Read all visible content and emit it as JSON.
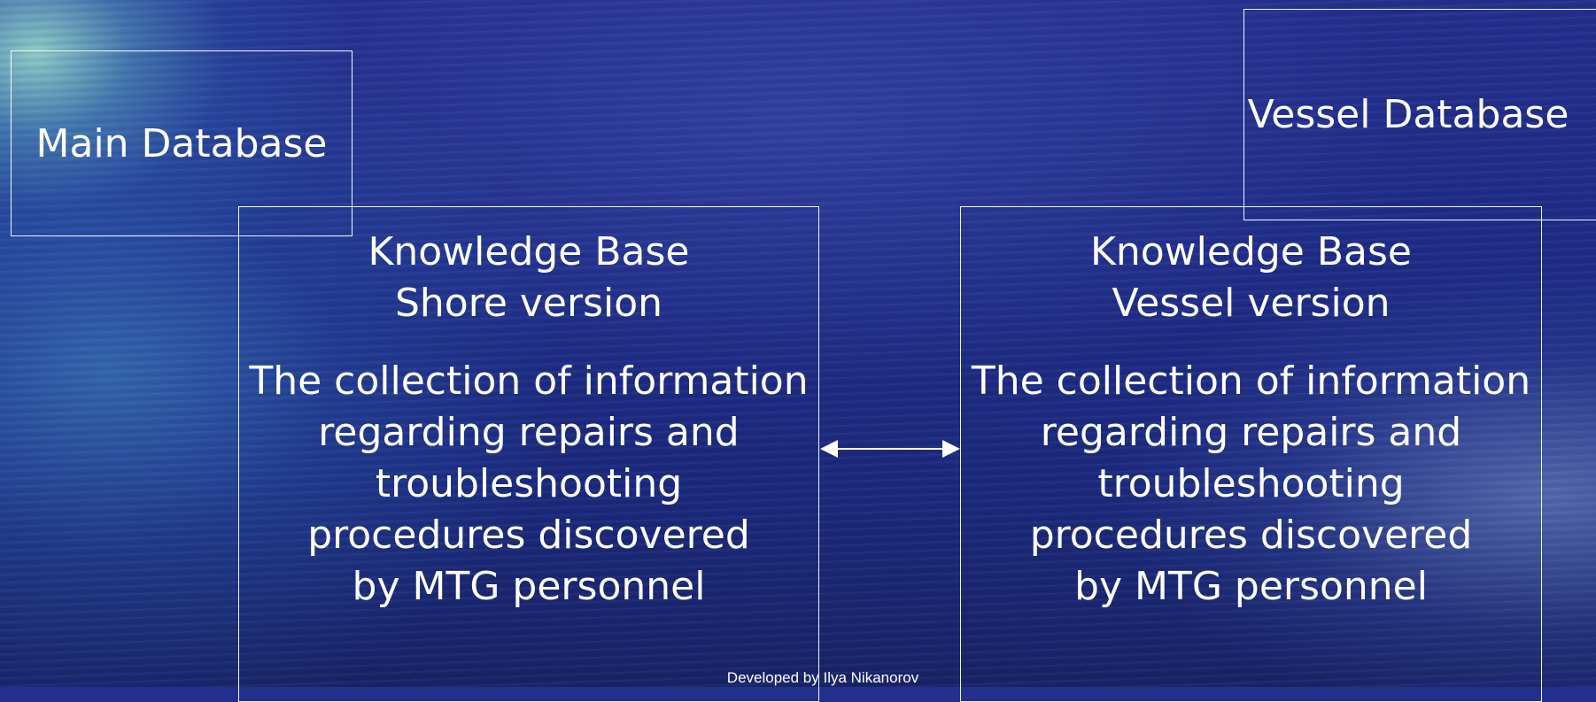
{
  "main_database": {
    "label": "Main Database"
  },
  "vessel_database": {
    "label": "Vessel Database"
  },
  "kb_shore": {
    "title_lines": [
      "Knowledge Base",
      "Shore version"
    ],
    "description_lines": [
      "The collection of information",
      "regarding repairs and",
      "troubleshooting",
      "procedures discovered",
      "by MTG personnel"
    ]
  },
  "kb_vessel": {
    "title_lines": [
      "Knowledge Base",
      "Vessel version"
    ],
    "description_lines": [
      "The collection of information",
      "regarding repairs and",
      "troubleshooting",
      "procedures discovered",
      "by MTG personnel"
    ]
  },
  "footer": {
    "credit": "Developed by Ilya Nikanorov"
  },
  "colors": {
    "text": "#ffffff",
    "lines": "#ffffff",
    "background": "#1e2c86"
  }
}
